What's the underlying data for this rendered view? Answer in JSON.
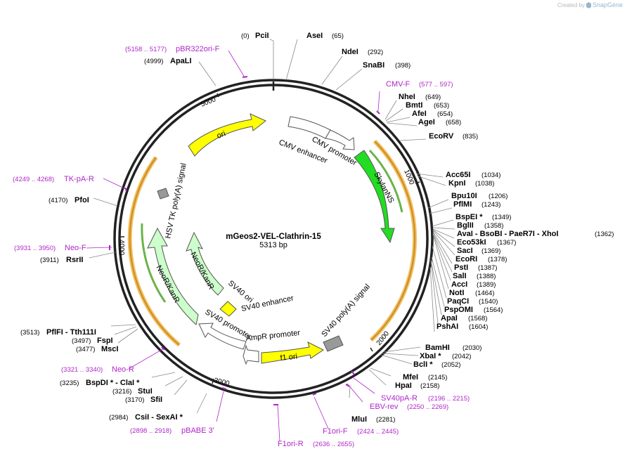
{
  "credit": {
    "prefix": "Created by",
    "brand": "SnapGene"
  },
  "plasmid": {
    "name": "mGeos2-VEL-Clathrin-15",
    "size_label": "5313 bp"
  },
  "ticks": [
    "1000",
    "2000",
    "3000",
    "4000",
    "5000"
  ],
  "features": [
    {
      "name": "ori",
      "color": "#ffff00"
    },
    {
      "name": "CMV enhancer",
      "color": "#ffffff"
    },
    {
      "name": "CMV promoter",
      "color": "#ffffff"
    },
    {
      "name": "SkylanNS",
      "color": "#22dd22"
    },
    {
      "name": "SV40 poly(A) signal",
      "color": "#999999"
    },
    {
      "name": "f1 ori",
      "color": "#ffff00"
    },
    {
      "name": "AmpR promoter",
      "color": "#ffffff"
    },
    {
      "name": "SV40 promoter",
      "color": "#ffffff"
    },
    {
      "name": "SV40 enhancer",
      "color": "#ffffff"
    },
    {
      "name": "SV40 ori",
      "color": "#ffff00"
    },
    {
      "name": "NeoR/KanR",
      "color": "#ccffcc"
    },
    {
      "name": "NeoR/KanR",
      "color": "#ccffcc"
    },
    {
      "name": "HSV TK poly(A) signal",
      "color": "#999999"
    }
  ],
  "sites": [
    {
      "name": "PciI",
      "pos": "(0)"
    },
    {
      "name": "AseI",
      "pos": "(65)"
    },
    {
      "name": "NdeI",
      "pos": "(292)"
    },
    {
      "name": "SnaBI",
      "pos": "(398)"
    },
    {
      "name": "NheI",
      "pos": "(649)"
    },
    {
      "name": "BmtI",
      "pos": "(653)"
    },
    {
      "name": "AfeI",
      "pos": "(654)"
    },
    {
      "name": "AgeI",
      "pos": "(658)"
    },
    {
      "name": "EcoRV",
      "pos": "(835)"
    },
    {
      "name": "Acc65I",
      "pos": "(1034)"
    },
    {
      "name": "KpnI",
      "pos": "(1038)"
    },
    {
      "name": "Bpu10I",
      "pos": "(1206)"
    },
    {
      "name": "PflMI",
      "pos": "(1243)"
    },
    {
      "name": "BspEI *",
      "pos": "(1349)"
    },
    {
      "name": "BglII",
      "pos": "(1358)"
    },
    {
      "name": "AvaI - BsoBI - PaeR7I - XhoI",
      "pos": "(1362)"
    },
    {
      "name": "Eco53kI",
      "pos": "(1367)"
    },
    {
      "name": "SacI",
      "pos": "(1369)"
    },
    {
      "name": "EcoRI",
      "pos": "(1378)"
    },
    {
      "name": "PstI",
      "pos": "(1387)"
    },
    {
      "name": "SalI",
      "pos": "(1388)"
    },
    {
      "name": "AccI",
      "pos": "(1389)"
    },
    {
      "name": "NotI",
      "pos": "(1464)"
    },
    {
      "name": "PaqCI",
      "pos": "(1540)"
    },
    {
      "name": "PspOMI",
      "pos": "(1564)"
    },
    {
      "name": "ApaI",
      "pos": "(1568)"
    },
    {
      "name": "PshAI",
      "pos": "(1604)"
    },
    {
      "name": "BamHI",
      "pos": "(2030)"
    },
    {
      "name": "XbaI *",
      "pos": "(2042)"
    },
    {
      "name": "BclI *",
      "pos": "(2052)"
    },
    {
      "name": "MfeI",
      "pos": "(2145)"
    },
    {
      "name": "HpaI",
      "pos": "(2158)"
    },
    {
      "name": "MluI",
      "pos": "(2281)"
    },
    {
      "name": "CsiI - SexAI *",
      "pos": "(2984)"
    },
    {
      "name": "SfiI",
      "pos": "(3170)"
    },
    {
      "name": "StuI",
      "pos": "(3216)"
    },
    {
      "name": "BspDI * - ClaI *",
      "pos": "(3235)"
    },
    {
      "name": "MscI",
      "pos": "(3477)"
    },
    {
      "name": "FspI",
      "pos": "(3497)"
    },
    {
      "name": "PflFI - Tth111I",
      "pos": "(3513)"
    },
    {
      "name": "RsrII",
      "pos": "(3911)"
    },
    {
      "name": "PfoI",
      "pos": "(4170)"
    },
    {
      "name": "ApaLI",
      "pos": "(4999)"
    }
  ],
  "primers": [
    {
      "name": "pBR322ori-F",
      "pos": "(5158 .. 5177)"
    },
    {
      "name": "CMV-F",
      "pos": "(577 .. 597)"
    },
    {
      "name": "SV40pA-R",
      "pos": "(2196 .. 2215)"
    },
    {
      "name": "EBV-rev",
      "pos": "(2250 .. 2269)"
    },
    {
      "name": "F1ori-F",
      "pos": "(2424 .. 2445)"
    },
    {
      "name": "F1ori-R",
      "pos": "(2636 .. 2655)"
    },
    {
      "name": "pBABE 3'",
      "pos": "(2898 .. 2918)"
    },
    {
      "name": "Neo-R",
      "pos": "(3321 .. 3340)"
    },
    {
      "name": "Neo-F",
      "pos": "(3931 .. 3950)"
    },
    {
      "name": "TK-pA-R",
      "pos": "(4249 .. 4268)"
    }
  ]
}
